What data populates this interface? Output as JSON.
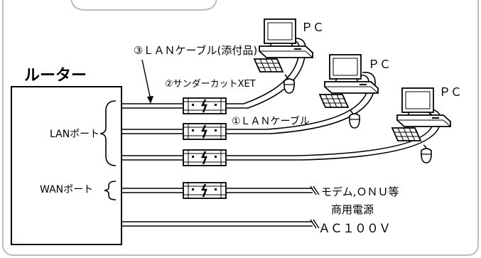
{
  "router": {
    "title": "ルーター",
    "lan_port_label": "LANポート",
    "wan_port_label": "WANポート"
  },
  "labels": {
    "lan_cable_bundled": "③ＬＡＮケーブル(添付品)",
    "thunder_cut": "②サンダーカットXET",
    "lan_cable": "①ＬＡＮケーブル",
    "modem": "モデム,ＯＮＵ等",
    "power_line1": "商用電源",
    "power_line2": "ＡＣ１００Ｖ"
  },
  "pcs": [
    {
      "label": "ＰＣ"
    },
    {
      "label": "ＰＣ"
    },
    {
      "label": "ＰＣ"
    }
  ]
}
